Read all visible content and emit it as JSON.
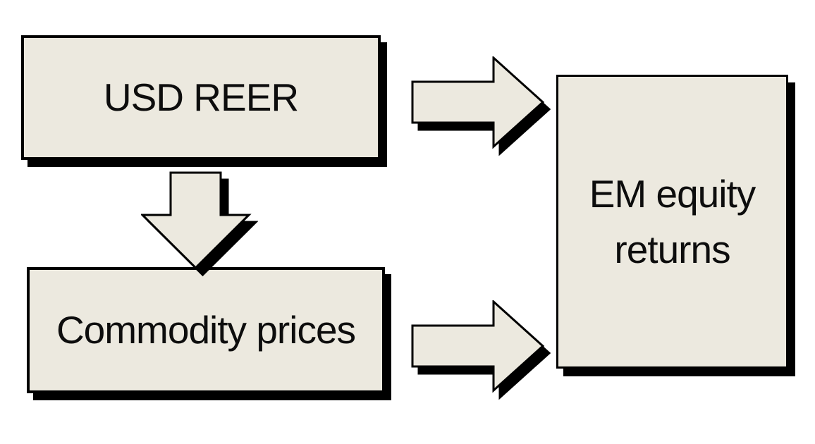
{
  "diagram": {
    "background_color": "#ffffff",
    "node_fill_color": "#ECE9DF",
    "outline_color": "#000000",
    "shadow_color": "#000000",
    "nodes": [
      {
        "id": "usd-reer",
        "label": "USD REER"
      },
      {
        "id": "commodity-prices",
        "label": "Commodity prices"
      },
      {
        "id": "em-equity-returns",
        "label": "EM equity returns"
      }
    ],
    "arrows": [
      {
        "id": "usd-reer-to-em-equity-returns",
        "from": "usd-reer",
        "to": "em-equity-returns",
        "direction": "right"
      },
      {
        "id": "usd-reer-to-commodity-prices",
        "from": "usd-reer",
        "to": "commodity-prices",
        "direction": "down"
      },
      {
        "id": "commodity-prices-to-em-equity-returns",
        "from": "commodity-prices",
        "to": "em-equity-returns",
        "direction": "right"
      }
    ]
  }
}
